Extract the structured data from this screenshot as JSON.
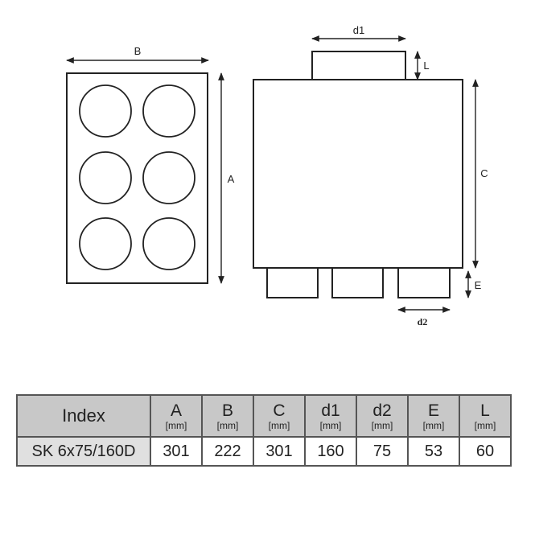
{
  "diagram": {
    "front_view": {
      "width_label": "B",
      "height_label": "A",
      "port_count": 6
    },
    "side_view": {
      "top_spigot_diameter_label": "d1",
      "top_spigot_length_label": "L",
      "body_height_label": "C",
      "bottom_spigot_length_label": "E",
      "bottom_spigot_diameter_label": "d2",
      "bottom_spigot_count": 3
    }
  },
  "table": {
    "index_header": "Index",
    "columns": [
      {
        "symbol": "A",
        "unit": "[mm]"
      },
      {
        "symbol": "B",
        "unit": "[mm]"
      },
      {
        "symbol": "C",
        "unit": "[mm]"
      },
      {
        "symbol": "d1",
        "unit": "[mm]"
      },
      {
        "symbol": "d2",
        "unit": "[mm]"
      },
      {
        "symbol": "E",
        "unit": "[mm]"
      },
      {
        "symbol": "L",
        "unit": "[mm]"
      }
    ],
    "rows": [
      {
        "index": "SK 6x75/160D",
        "values": [
          "301",
          "222",
          "301",
          "160",
          "75",
          "53",
          "60"
        ]
      }
    ]
  },
  "colors": {
    "line": "#222222",
    "header_bg": "#c8c8c8",
    "index_cell_bg": "#e0e0e0"
  }
}
